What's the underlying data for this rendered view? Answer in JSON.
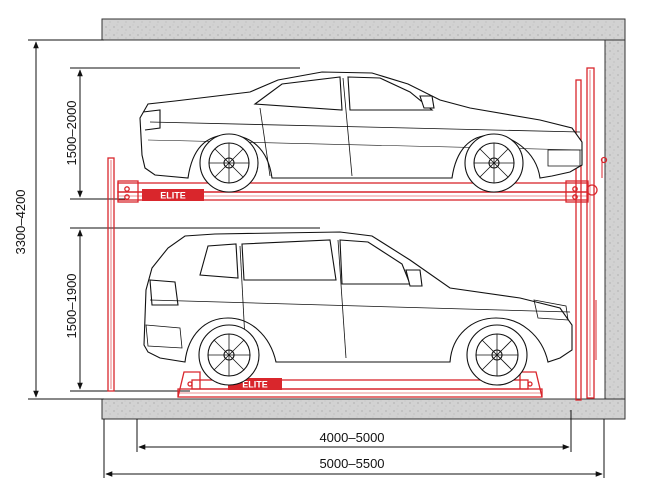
{
  "dimensions": {
    "total_height": "3300–4200",
    "upper_height": "1500–2000",
    "lower_height": "1500–1900",
    "inner_width": "4000–5000",
    "outer_width": "5000–5500"
  },
  "badges": {
    "upper_platform": "ELITE",
    "lower_platform": "ELITE"
  },
  "colors": {
    "lift_red": "#d9262c",
    "concrete": "#cfcfcf",
    "line": "#111111"
  }
}
